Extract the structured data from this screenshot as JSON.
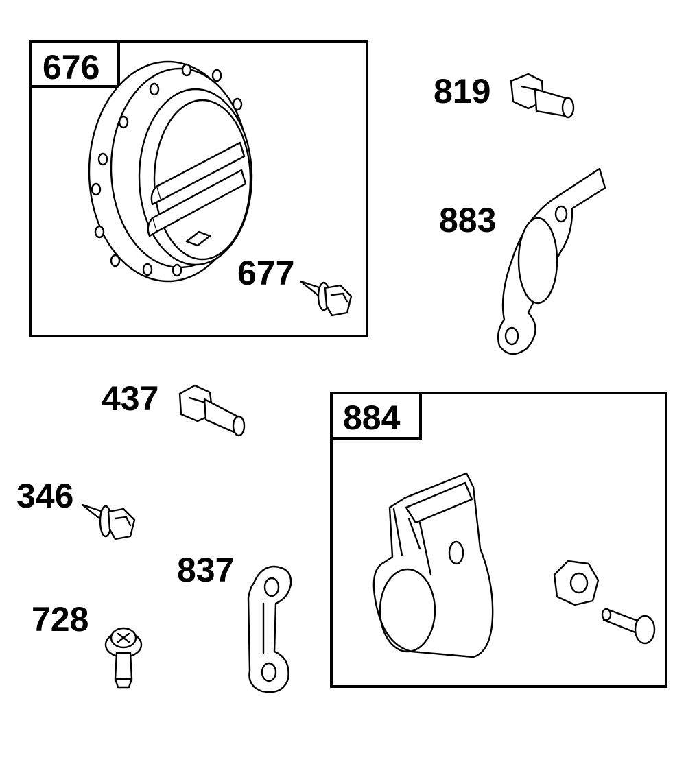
{
  "parts": {
    "p676": "676",
    "p677": "677",
    "p819": "819",
    "p883": "883",
    "p437": "437",
    "p884": "884",
    "p346": "346",
    "p837": "837",
    "p728": "728"
  },
  "colors": {
    "line": "#000000",
    "background": "#ffffff"
  }
}
